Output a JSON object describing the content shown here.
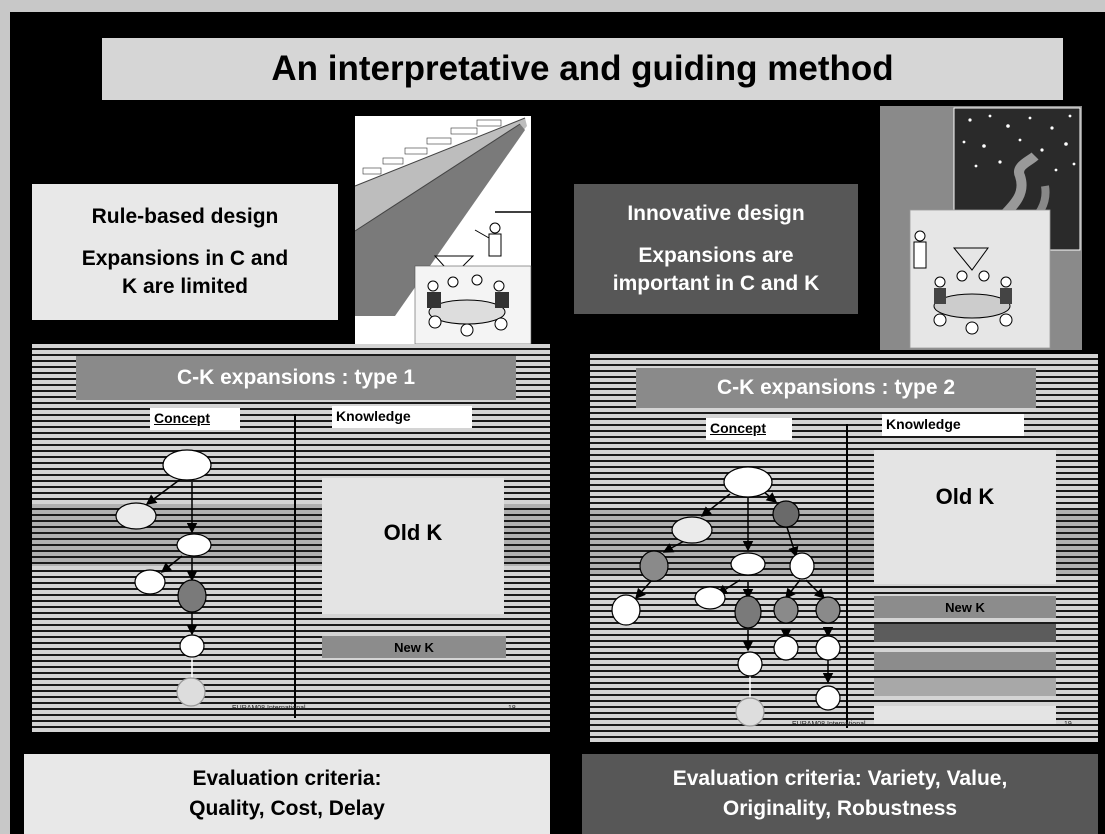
{
  "title": "An interpretative and guiding method",
  "left_label": {
    "line1": "Rule-based design",
    "line2": "Expansions in C and",
    "line3": "K are limited"
  },
  "right_label": {
    "line1": "Innovative design",
    "line2": "Expansions are",
    "line3": "important in C and K"
  },
  "panel_left": {
    "title": "C-K expansions : type 1",
    "concept": "Concept",
    "knowledge": "Knowledge",
    "old_k": "Old K",
    "new_k": "New K",
    "footer_text": "EURAM08 International",
    "page_number": "18"
  },
  "panel_right": {
    "title": "C-K expansions : type 2",
    "concept": "Concept",
    "knowledge": "Knowledge",
    "old_k": "Old K",
    "new_k": "New K",
    "footer_text": "EURAM08 International",
    "page_number": "19"
  },
  "bottom_left": {
    "line1": "Evaluation criteria:",
    "line2": "Quality, Cost, Delay"
  },
  "bottom_right": {
    "line1": "Evaluation criteria: Variety, Value,",
    "line2": "Originality, Robustness"
  },
  "colors": {
    "background": "#000000",
    "light_box": "#e8e8e8",
    "dark_box": "#575757",
    "title_box": "#d6d6d6"
  }
}
